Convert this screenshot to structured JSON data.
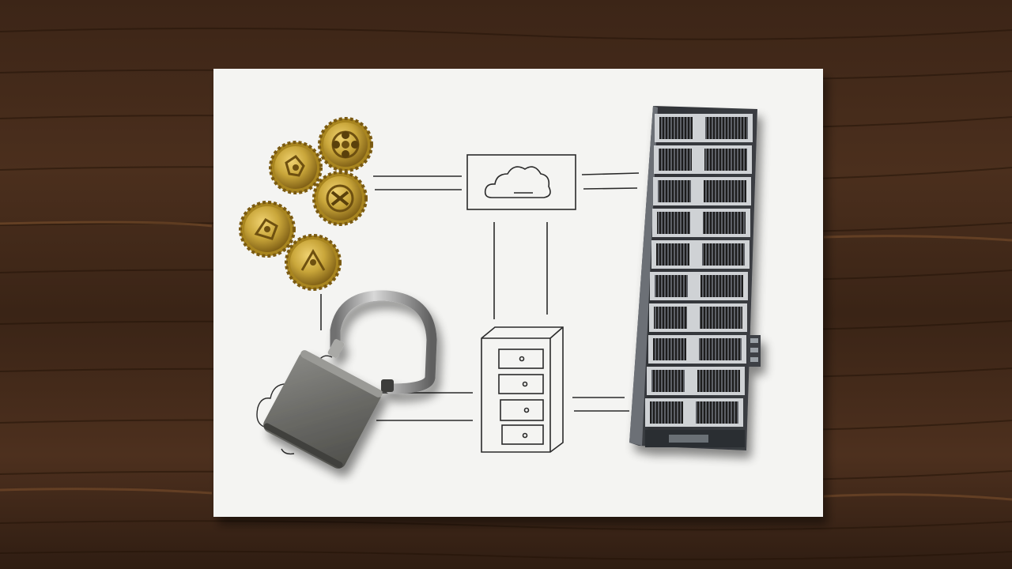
{
  "scene": {
    "description_free": true,
    "colors": {
      "wood_dark": "#2b1a10",
      "wood_mid": "#4a2e1c",
      "wood_light": "#6b4428",
      "paper": "#f3f3f1",
      "ink": "#2a2a2a",
      "gear_gold": "#c9a63a",
      "gear_dark": "#8a6a16",
      "lock_body": "#6e6e6a",
      "lock_shackle": "#b8b8b8",
      "server_frame": "#3a3d42",
      "server_bay": "#1b1c1e",
      "server_grille": "#9aa0a6"
    },
    "objects": {
      "gears": {
        "icon": "gear-icon",
        "count": 5
      },
      "padlock": {
        "icon": "padlock-icon",
        "state": "open"
      },
      "cloud_box": {
        "icon": "cloud-icon"
      },
      "file_cabinet": {
        "icon": "file-cabinet-icon",
        "drawers": 4
      },
      "server_rack": {
        "icon": "server-rack-icon",
        "units": 10
      }
    }
  }
}
